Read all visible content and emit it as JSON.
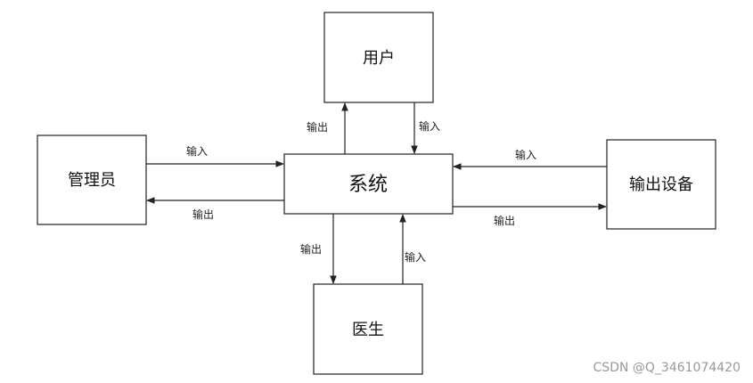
{
  "nodes": {
    "user": "用户",
    "admin": "管理员",
    "system": "系统",
    "output_device": "输出设备",
    "doctor": "医生"
  },
  "edges": {
    "system_to_user": "输出",
    "user_to_system": "输入",
    "admin_to_system": "输入",
    "system_to_admin": "输出",
    "device_to_system": "输入",
    "system_to_device": "输出",
    "system_to_doctor": "输出",
    "doctor_to_system": "输入"
  },
  "watermark": "CSDN @Q_3461074420"
}
